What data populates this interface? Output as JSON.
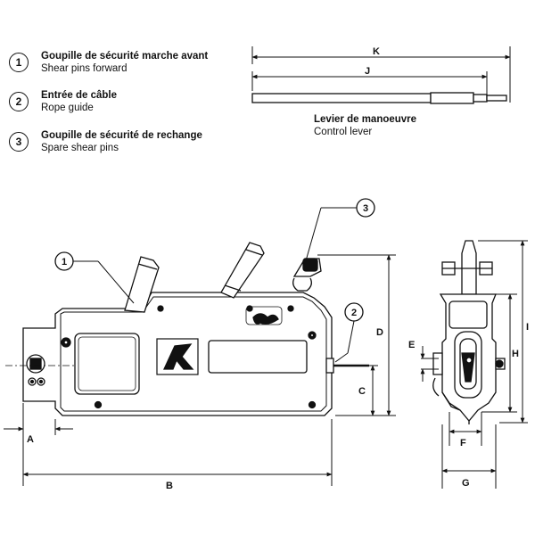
{
  "legend": [
    {
      "number": "1",
      "fr": "Goupille de sécurité marche avant",
      "en": "Shear pins forward"
    },
    {
      "number": "2",
      "fr": "Entrée de câble",
      "en": "Rope guide"
    },
    {
      "number": "3",
      "fr": "Goupille de sécurité de rechange",
      "en": "Spare shear pins"
    }
  ],
  "lever": {
    "fr": "Levier de manoeuvre",
    "en": "Control lever"
  },
  "dimensions": {
    "K": "K",
    "J": "J",
    "A": "A",
    "B": "B",
    "C": "C",
    "D": "D",
    "E": "E",
    "F": "F",
    "G": "G",
    "H": "H",
    "I": "I"
  },
  "callouts": {
    "one": "1",
    "two": "2",
    "three": "3"
  }
}
